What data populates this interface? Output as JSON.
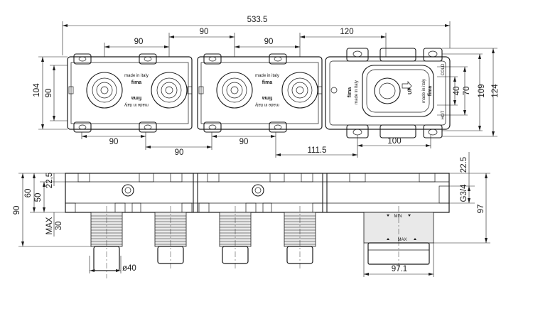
{
  "dims": {
    "total_width": "533.5",
    "spacing_1": "90",
    "spacing_2": "90",
    "spacing_3": "90",
    "spacing_right": "120",
    "bottom_1": "90",
    "bottom_2": "90",
    "bottom_3": "90",
    "bottom_4": "111.5",
    "bottom_5": "100",
    "height_104": "104",
    "height_90": "90",
    "right_40": "40",
    "right_70": "70",
    "right_109": "109",
    "right_124": "124",
    "side_90": "90",
    "side_60": "60",
    "side_50": "50",
    "side_22_5": "22,5",
    "side_max": "MAX",
    "side_30": "30",
    "right_22_5": "22.5",
    "right_g34": "G3/4",
    "right_97": "97",
    "dia_40": "ø40",
    "width_97_1": "97.1"
  },
  "labels": {
    "made_in_italy": "made in italy",
    "fima": "fima",
    "cold": "COLD",
    "hot": "HOT",
    "up": "UP",
    "max": "MAX",
    "min": "MIN"
  }
}
